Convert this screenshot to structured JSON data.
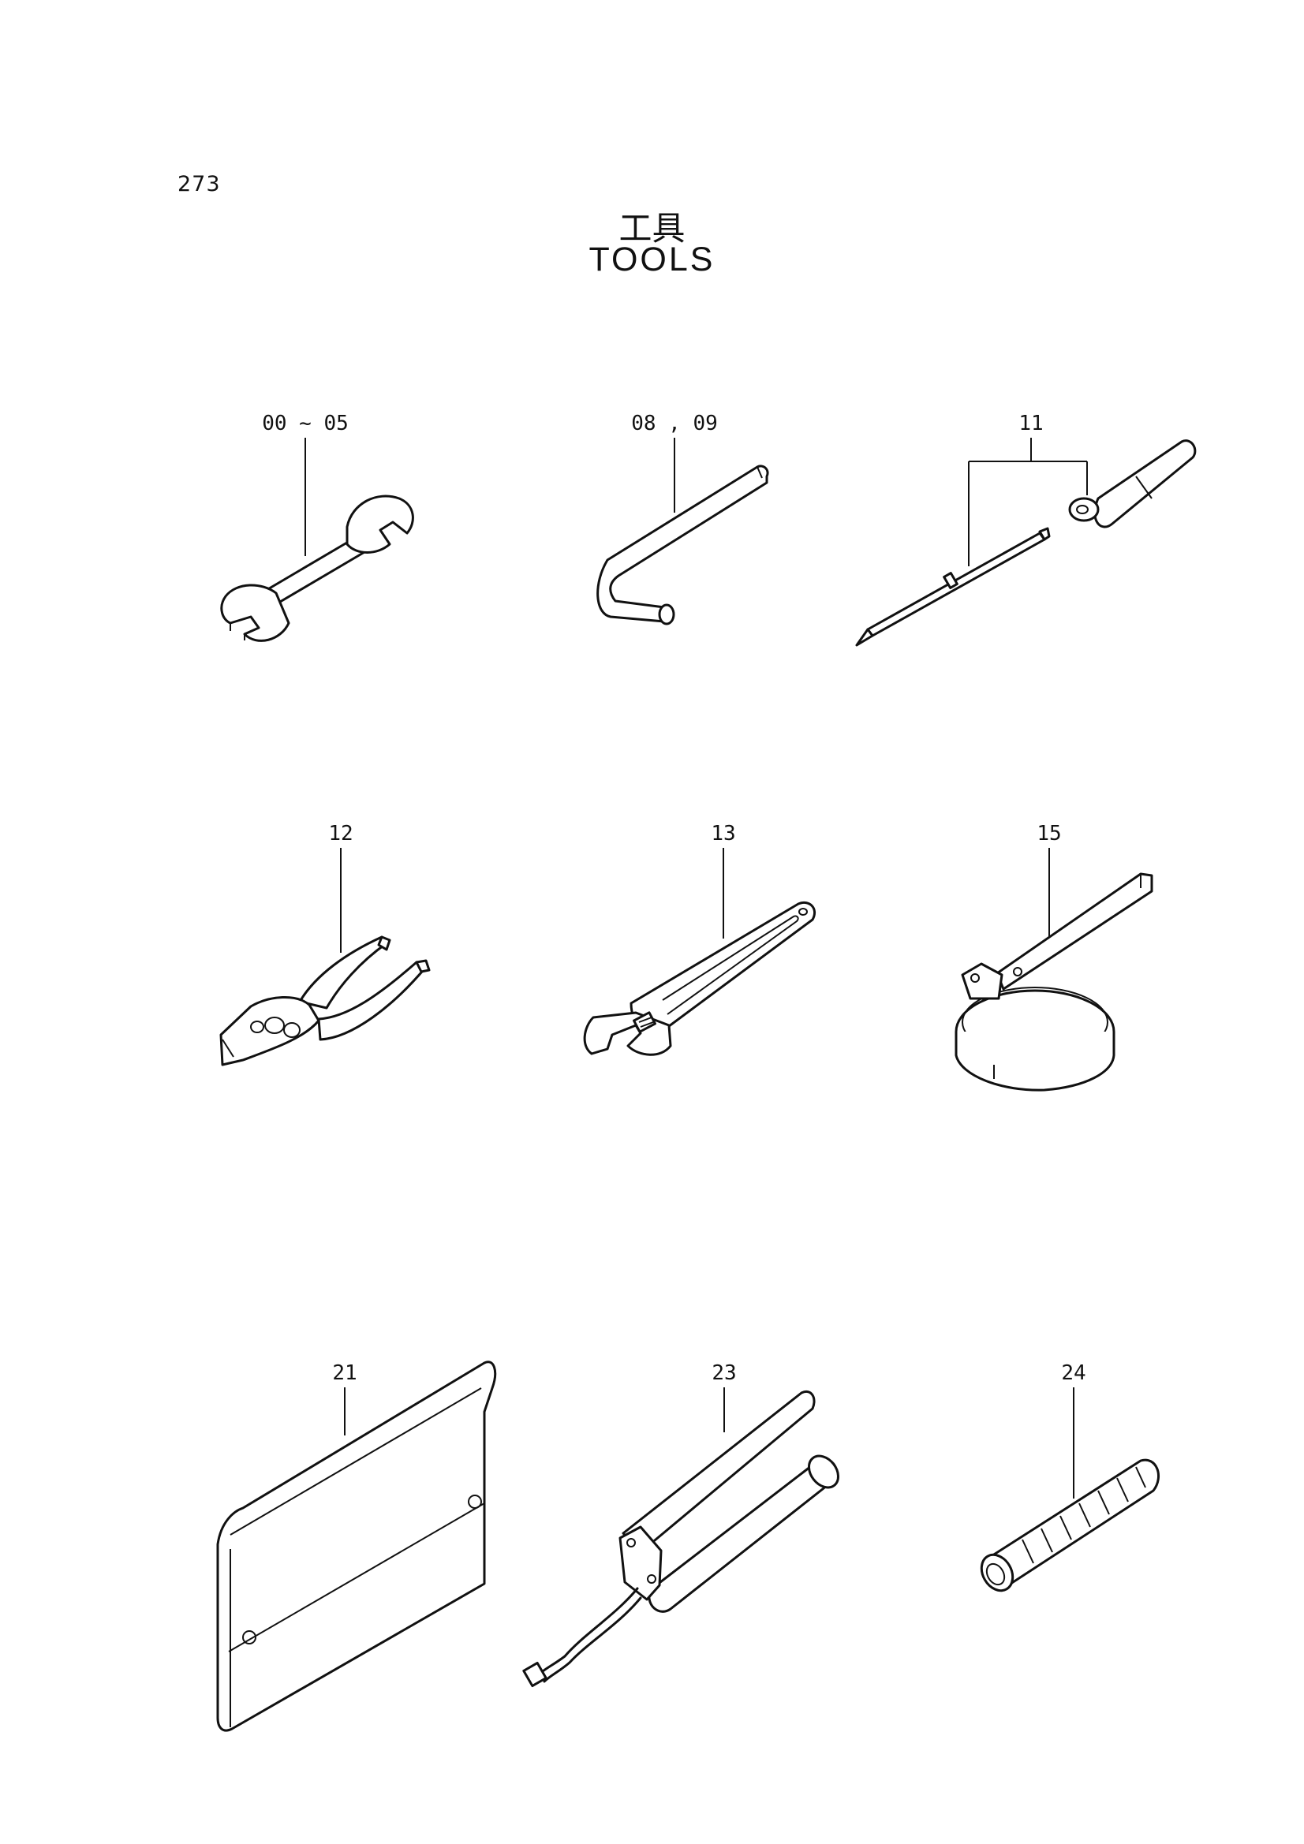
{
  "page": {
    "number": "273"
  },
  "title": {
    "ja": "工具",
    "en": "TOOLS"
  },
  "parts": [
    {
      "id": "wrench",
      "label": "00 ~ 05",
      "icon": "open-end-wrench-icon"
    },
    {
      "id": "hex-key",
      "label": "08 , 09",
      "icon": "hex-key-icon"
    },
    {
      "id": "screwdriver",
      "label": "11",
      "icon": "screwdriver-icon"
    },
    {
      "id": "pliers",
      "label": "12",
      "icon": "pliers-icon"
    },
    {
      "id": "adjustable-wrench",
      "label": "13",
      "icon": "adjustable-wrench-icon"
    },
    {
      "id": "filter-wrench",
      "label": "15",
      "icon": "filter-wrench-icon"
    },
    {
      "id": "tool-bag",
      "label": "21",
      "icon": "tool-bag-icon"
    },
    {
      "id": "grease-gun",
      "label": "23",
      "icon": "grease-gun-icon"
    },
    {
      "id": "grease-nozzle",
      "label": "24",
      "icon": "grease-nozzle-icon"
    }
  ]
}
